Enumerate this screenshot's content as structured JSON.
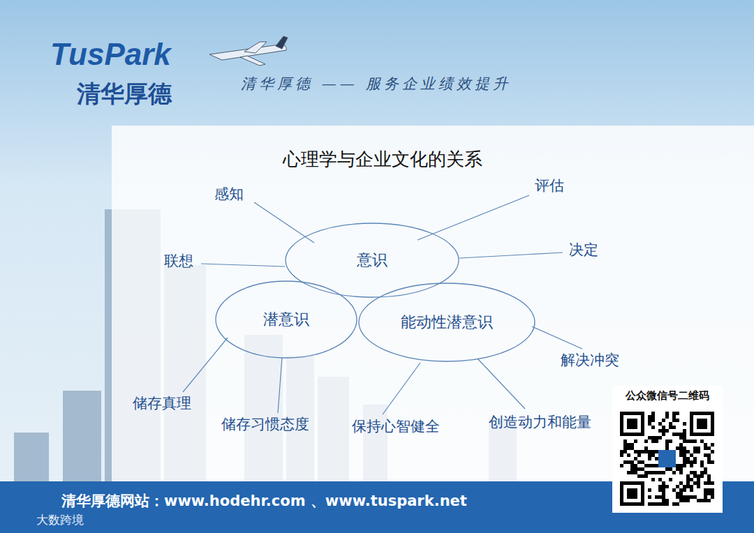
{
  "diagram": {
    "title": "心理学与企业文化的关系",
    "nodes": [
      {
        "text": [
          "意识"
        ]
      },
      {
        "text": [
          "潜意识"
        ]
      },
      {
        "text": [
          "能动性潜意识"
        ]
      }
    ],
    "labels": [
      "TusPark",
      "清华厚德",
      "清华厚德 —— 服务企业绩效提升",
      "感知",
      "评估",
      "联想",
      "决定",
      "解决冲突",
      "储存真理",
      "储存习惯态度",
      "保持心智健全",
      "创造动力和能量",
      "公众微信号二维码",
      "清华厚德网站：www.hodehr.com 、www.tuspark.net",
      "大数跨境"
    ]
  }
}
